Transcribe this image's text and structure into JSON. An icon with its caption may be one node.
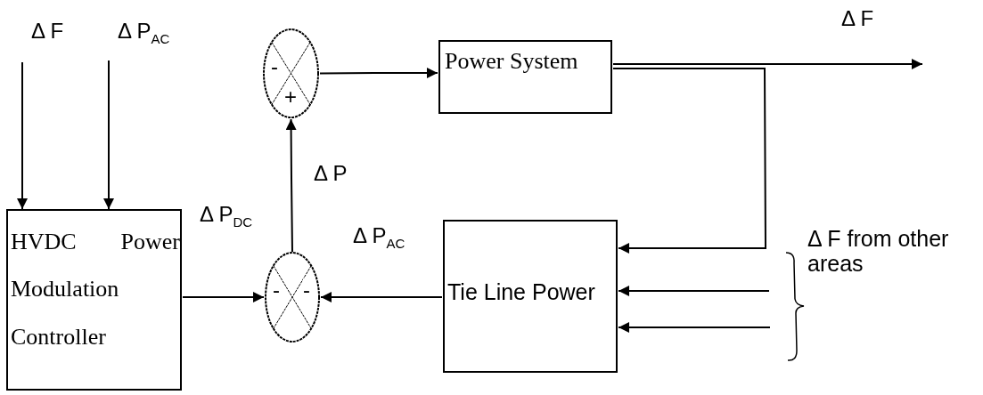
{
  "diagram": {
    "nodes": [
      {
        "text": [
          "HVDC Power Modulation Controller"
        ]
      },
      {
        "text": [
          "-",
          "+"
        ]
      },
      {
        "text": [
          "-",
          "-"
        ]
      },
      {
        "text": [
          "Power System"
        ]
      },
      {
        "text": [
          "Tie Line Power"
        ]
      }
    ],
    "edges": [
      {
        "from": null,
        "to": 0,
        "arrow": "to",
        "label": "Δ F"
      },
      {
        "from": null,
        "to": 0,
        "arrow": "to",
        "label": "Δ P$_{AC}$"
      },
      {
        "from": 0,
        "to": 2,
        "arrow": "to",
        "label": "Δ P$_{DC}$"
      },
      {
        "from": 4,
        "to": 2,
        "arrow": "to",
        "label": "Δ P$_{AC}$"
      },
      {
        "from": 2,
        "to": 1,
        "arrow": "to",
        "label": "Δ P"
      },
      {
        "from": 1,
        "to": 3,
        "arrow": "to"
      },
      {
        "from": 3,
        "to": null,
        "arrow": "to",
        "label": "Δ F"
      },
      {
        "from": 3,
        "to": 4,
        "arrow": "to"
      },
      {
        "from": null,
        "to": 4,
        "arrow": "to"
      },
      {
        "from": null,
        "to": 4,
        "arrow": "to"
      }
    ],
    "labels": [
      "Δ F from other areas"
    ]
  }
}
